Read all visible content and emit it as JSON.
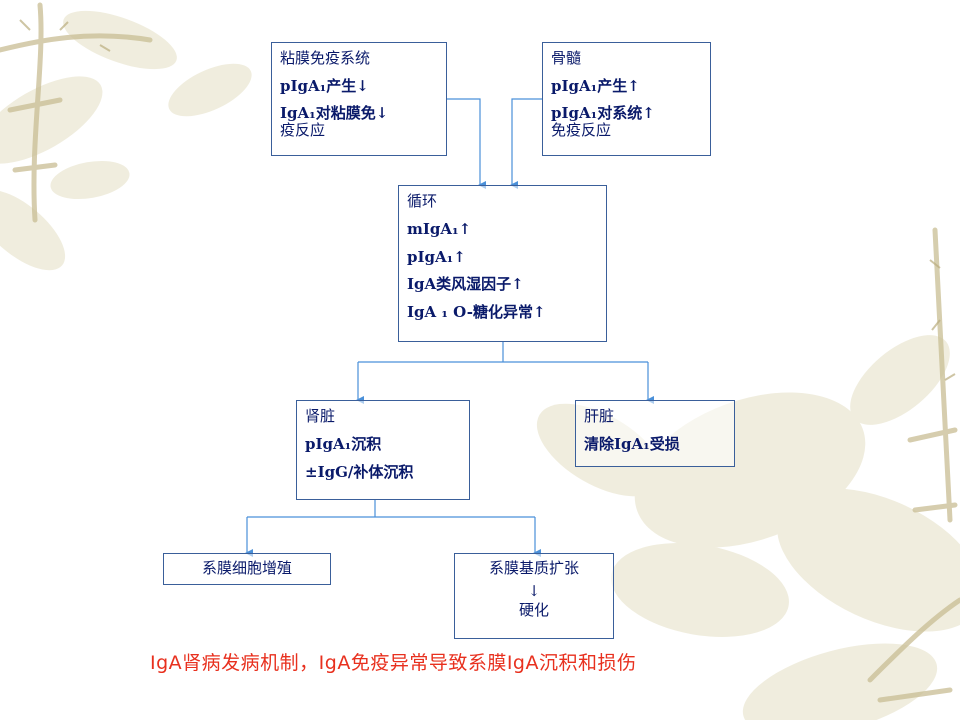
{
  "diagram": {
    "mucosa": {
      "title": "粘膜免疫系统",
      "line1": "pIgA₁产生↓",
      "line2a": "IgA₁对粘膜免↓",
      "line2b": "疫反应"
    },
    "marrow": {
      "title": "骨髓",
      "line1": "pIgA₁产生↑",
      "line2a": "pIgA₁对系统↑",
      "line2b": "免疫反应"
    },
    "circulation": {
      "title": "循环",
      "line1": "mIgA₁↑",
      "line2": "pIgA₁↑",
      "line3": "IgA类风湿因子↑",
      "line4": "IgA ₁ O-糖化异常↑"
    },
    "kidney": {
      "title": "肾脏",
      "line1": "pIgA₁沉积",
      "line2": "±IgG/补体沉积"
    },
    "liver": {
      "title": "肝脏",
      "line1": "清除IgA₁受损"
    },
    "mesangial_cells": {
      "title": "系膜细胞增殖"
    },
    "mesangial_matrix": {
      "title": "系膜基质扩张",
      "arrow": "↓",
      "result": "硬化"
    },
    "caption": "IgA肾病发病机制，IgA免疫异常导致系膜IgA沉积和损伤"
  },
  "colors": {
    "box_border": "#3a5f9a",
    "box_text": "#0a1a6a",
    "connector": "#4a90d9",
    "caption": "#e8301e",
    "background_leaf": "#e6e1c6"
  }
}
